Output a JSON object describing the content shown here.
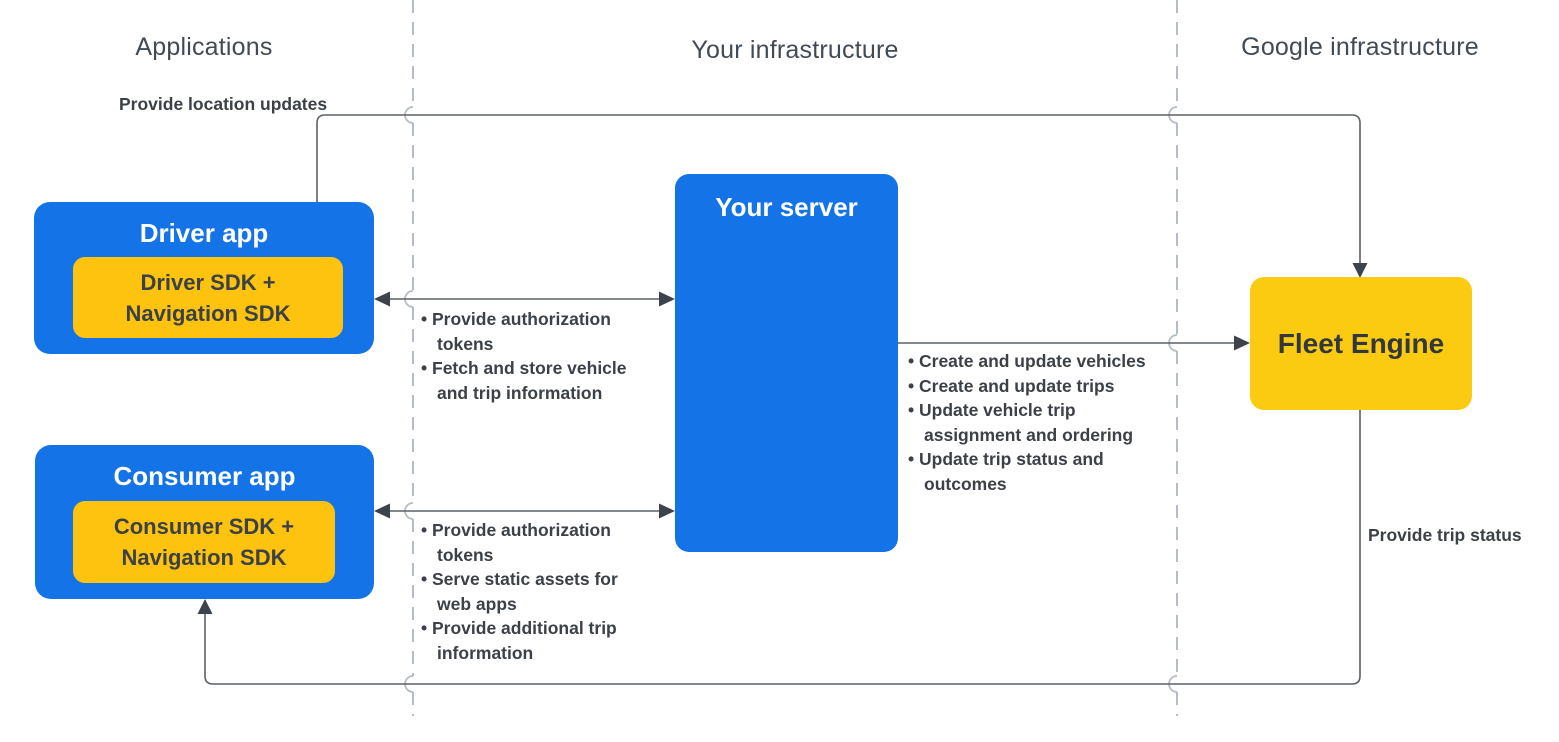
{
  "columns": [
    {
      "label": "Applications"
    },
    {
      "label": "Your infrastructure"
    },
    {
      "label": "Google infrastructure"
    }
  ],
  "nodes": {
    "driver_app": {
      "title": "Driver app",
      "sdk_label": "Driver SDK + Navigation SDK"
    },
    "consumer_app": {
      "title": "Consumer app",
      "sdk_label": "Consumer SDK + Navigation SDK"
    },
    "your_server": {
      "title": "Your server"
    },
    "fleet_engine": {
      "title": "Fleet Engine"
    }
  },
  "edge_labels": {
    "driver_to_fleet": "Provide location updates",
    "fleet_to_consumer": "Provide trip status"
  },
  "bullet_lists": {
    "driver_server": [
      "Provide authorization tokens",
      "Fetch and store vehicle and trip information"
    ],
    "server_fleet": [
      "Create and update vehicles",
      "Create and update trips",
      "Update vehicle trip assignment and ordering",
      "Update trip status and outcomes"
    ],
    "consumer_server": [
      "Provide authorization tokens",
      "Serve static assets for web apps",
      "Provide additional trip information"
    ]
  },
  "colors": {
    "node_blue": "#1473E6",
    "sdk_yellow": "#FDC30E",
    "fleet_yellow": "#FBCB12",
    "header_text": "#414A55",
    "label_text": "#3C4147",
    "connector": "#5C6167",
    "arrowhead": "#3D434B",
    "separator_dashed": "#B6BCC4",
    "node_title_text": "#FFFFFF",
    "background": "#FFFFFF"
  }
}
